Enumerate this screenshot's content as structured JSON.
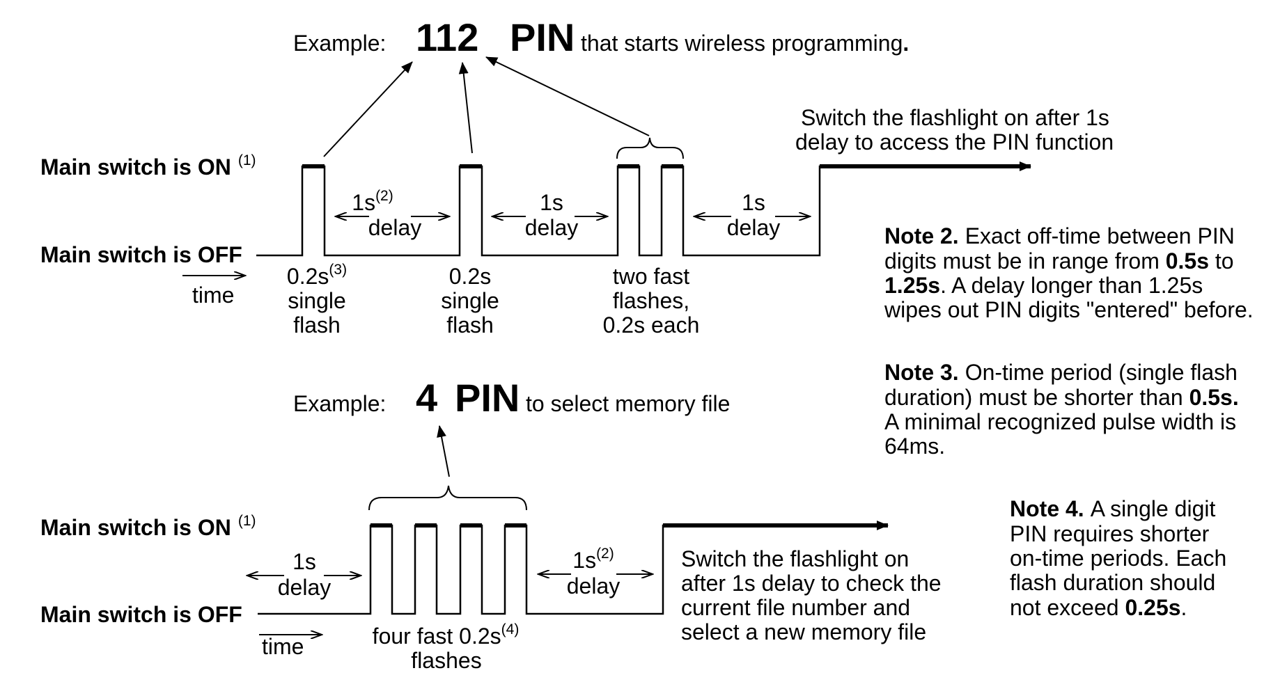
{
  "example1": {
    "prefix": "Example:",
    "pin": "112",
    "pin_word": "PIN",
    "suffix": "that starts wireless programming",
    "suffix_end": ".",
    "on_label": "Main switch is ON",
    "on_note": "(1)",
    "off_label": "Main switch is OFF",
    "time_label": "time",
    "delay1_top": "1s",
    "delay1_note": "(2)",
    "delay_word": "delay",
    "delay2_top": "1s",
    "delay3_top": "1s",
    "flash1_line1": "0.2s",
    "flash1_note": "(3)",
    "flash1_line2": "single",
    "flash1_line3": "flash",
    "flash2_line1": "0.2s",
    "flash2_line2": "single",
    "flash2_line3": "flash",
    "flash3_line1": "two fast",
    "flash3_line2": "flashes,",
    "flash3_line3": "0.2s each",
    "switch_line1": "Switch the flashlight on after 1s",
    "switch_line2": "delay to access the PIN function"
  },
  "example2": {
    "prefix": "Example:",
    "pin": "4",
    "pin_word": "PIN",
    "suffix": "to select memory file",
    "on_label": "Main switch is ON",
    "on_note": "(1)",
    "off_label": "Main switch is OFF",
    "time_label": "time",
    "delay1_top": "1s",
    "delay_word": "delay",
    "delay2_top": "1s",
    "delay2_note": "(2)",
    "flash_line1": "four fast 0.2s",
    "flash_note": "(4)",
    "flash_line2": "flashes",
    "switch_line1": "Switch the flashlight on",
    "switch_line2": "after 1s delay to check the",
    "switch_line3": "current file number and",
    "switch_line4": "select a new memory file"
  },
  "notes": {
    "note2": {
      "title": "Note 2.",
      "l1": "Exact off-time between PIN",
      "l2a": "digits must be in range from ",
      "l2b": "0.5s",
      "l2c": " to",
      "l3a": "1.25s",
      "l3b": ". A delay longer than 1.25s",
      "l4": "wipes out PIN digits \"entered\" before."
    },
    "note3": {
      "title": "Note 3.",
      "l1": "On-time period (single flash",
      "l2a": "duration) must be shorter than ",
      "l2b": "0.5s.",
      "l3": "A minimal recognized pulse width is",
      "l4": "64ms."
    },
    "note4": {
      "title": "Note 4.",
      "l1": "A single digit",
      "l2": "PIN requires shorter",
      "l3": "on-time periods. Each",
      "l4": "flash duration should",
      "l5a": "not exceed ",
      "l5b": "0.25s",
      "l5c": "."
    }
  }
}
